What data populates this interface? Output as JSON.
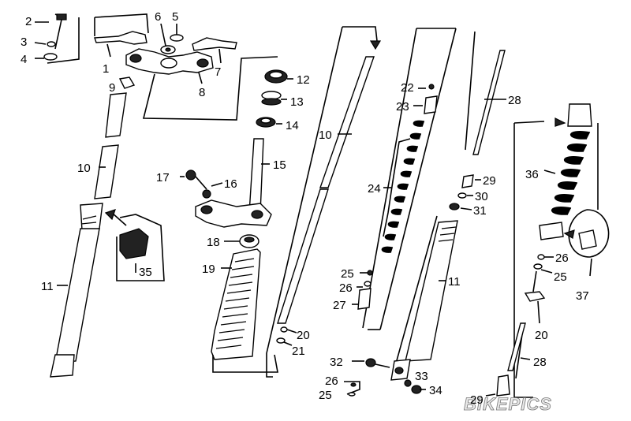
{
  "callouts": [
    {
      "id": "l2",
      "text": "2"
    },
    {
      "id": "l3",
      "text": "3"
    },
    {
      "id": "l4",
      "text": "4"
    },
    {
      "id": "l1",
      "text": "1"
    },
    {
      "id": "l6",
      "text": "6"
    },
    {
      "id": "l5",
      "text": "5"
    },
    {
      "id": "l7",
      "text": "7"
    },
    {
      "id": "l8",
      "text": "8"
    },
    {
      "id": "l9",
      "text": "9"
    },
    {
      "id": "l10a",
      "text": "10"
    },
    {
      "id": "l11a",
      "text": "11"
    },
    {
      "id": "l35",
      "text": "35"
    },
    {
      "id": "l12",
      "text": "12"
    },
    {
      "id": "l13",
      "text": "13"
    },
    {
      "id": "l14",
      "text": "14"
    },
    {
      "id": "l15",
      "text": "15"
    },
    {
      "id": "l17",
      "text": "17"
    },
    {
      "id": "l16",
      "text": "16"
    },
    {
      "id": "l18",
      "text": "18"
    },
    {
      "id": "l19",
      "text": "19"
    },
    {
      "id": "l10b",
      "text": "10"
    },
    {
      "id": "l20a",
      "text": "20"
    },
    {
      "id": "l21",
      "text": "21"
    },
    {
      "id": "l22",
      "text": "22"
    },
    {
      "id": "l23",
      "text": "23"
    },
    {
      "id": "l24",
      "text": "24"
    },
    {
      "id": "l25a",
      "text": "25"
    },
    {
      "id": "l26a",
      "text": "26"
    },
    {
      "id": "l27",
      "text": "27"
    },
    {
      "id": "l29a",
      "text": "29"
    },
    {
      "id": "l30",
      "text": "30"
    },
    {
      "id": "l31",
      "text": "31"
    },
    {
      "id": "l11b",
      "text": "11"
    },
    {
      "id": "l32",
      "text": "32"
    },
    {
      "id": "l26b",
      "text": "26"
    },
    {
      "id": "l25b",
      "text": "25"
    },
    {
      "id": "l33",
      "text": "33"
    },
    {
      "id": "l34",
      "text": "34"
    },
    {
      "id": "l28a",
      "text": "28"
    },
    {
      "id": "l36",
      "text": "36"
    },
    {
      "id": "l26c",
      "text": "26"
    },
    {
      "id": "l25c",
      "text": "25"
    },
    {
      "id": "l37",
      "text": "37"
    },
    {
      "id": "l20b",
      "text": "20"
    },
    {
      "id": "l28b",
      "text": "28"
    },
    {
      "id": "l29b",
      "text": "29"
    }
  ],
  "watermark": "BIKEPICS"
}
